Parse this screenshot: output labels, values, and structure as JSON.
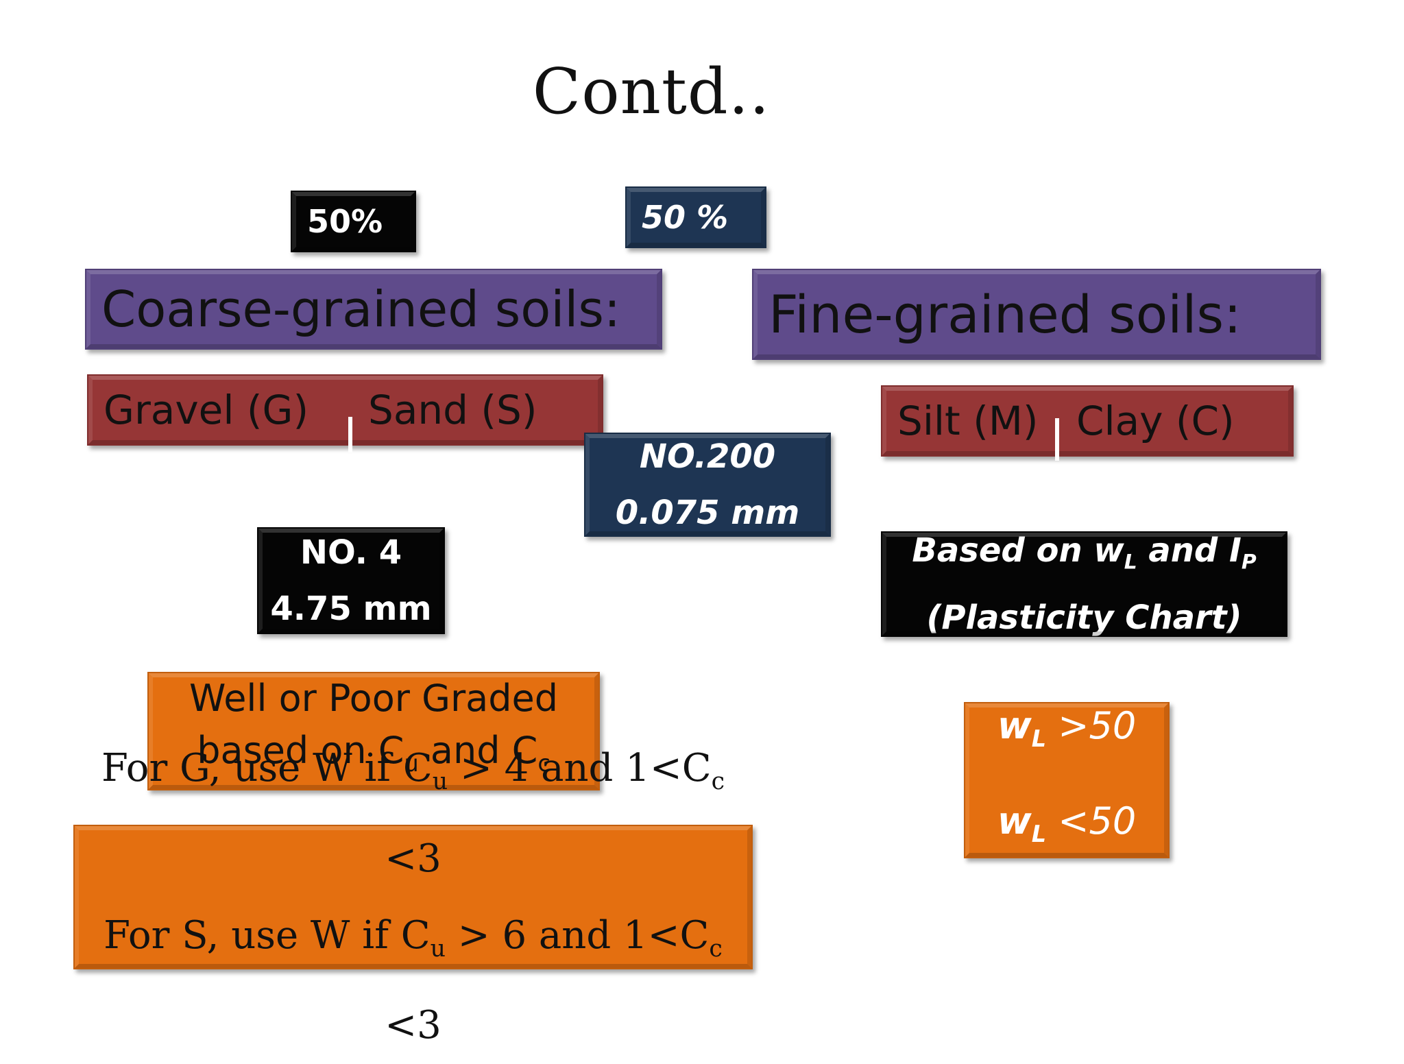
{
  "slide": {
    "title": "Contd..",
    "coarse_pct": "50%",
    "fine_pct": "50 %",
    "coarse_heading": "Coarse-grained soils:",
    "fine_heading": "Fine-grained soils:",
    "coarse_types": {
      "gravel": "Gravel (G)",
      "sand": "Sand (S)"
    },
    "fine_types": {
      "silt": "Silt (M)",
      "clay": "Clay (C)"
    },
    "sieve_200": {
      "line1": "NO.200",
      "line2": "0.075 mm"
    },
    "sieve_4": {
      "line1": "NO. 4",
      "line2": "4.75 mm"
    },
    "plasticity": {
      "line1_prefix": "Based on w",
      "line1_sub1": "L",
      "line1_mid": " and I",
      "line1_sub2": "P",
      "line2": "(Plasticity Chart)"
    },
    "grading": {
      "line1": "Well or Poor Graded",
      "line2_a": "based on C",
      "line2_sub1": "u",
      "line2_b": " and C",
      "line2_sub2": "c"
    },
    "criteria": {
      "g": {
        "a": "For G, use W if C",
        "sub1": "u",
        "b": " > 4 and 1<C",
        "sub2": "c",
        "c": " <3"
      },
      "s": {
        "a": "For S, use W if C",
        "sub1": "u",
        "b": " > 6 and 1<C",
        "sub2": "c",
        "c": " <3"
      }
    },
    "liquid_limit": {
      "w": "w",
      "sub": "L",
      "gt": " >50",
      "lt": " <50"
    }
  },
  "colors": {
    "purple": "#5f4b8b",
    "red": "#963636",
    "navy": "#1e3553",
    "orange": "#e46f10",
    "black": "#050505"
  }
}
